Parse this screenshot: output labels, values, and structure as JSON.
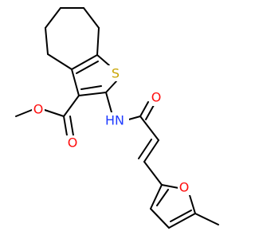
{
  "molecule": {
    "labels": {
      "s": "S",
      "nh": "HN",
      "o_ester_carbonyl": "O",
      "o_ester_ether": "O",
      "o_amide": "O",
      "o_furan": "O"
    },
    "colors": {
      "bond": "#000000",
      "sulfur": "#C8A400",
      "nitrogen": "#1F3BFF",
      "oxygen": "#FF0D0D"
    }
  }
}
